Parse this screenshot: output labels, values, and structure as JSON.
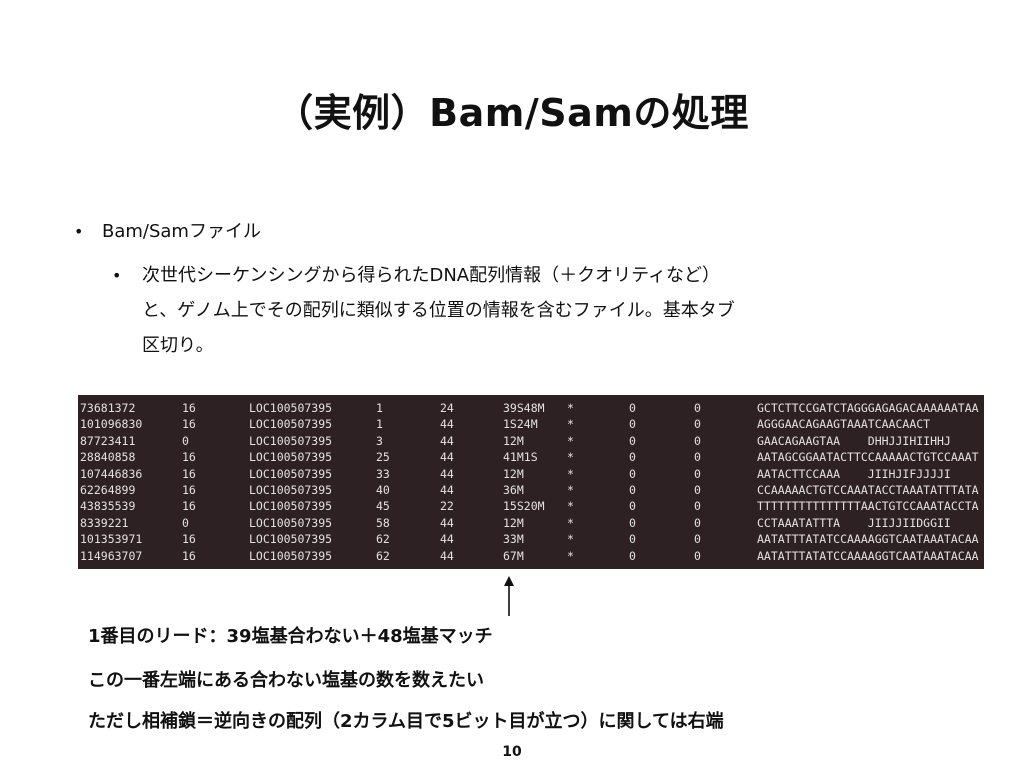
{
  "slide": {
    "title": "（実例）Bam/Samの処理",
    "bullet1": "Bam/Samファイル",
    "bullet2_line1": "次世代シーケンシングから得られたDNA配列情報（＋クオリティなど）",
    "bullet2_line2": "と、ゲノム上でその配列に類似する位置の情報を含むファイル。基本タブ",
    "bullet2_line3": "区切り。",
    "bullet_symbol": "•",
    "note1": "1番目のリード：39塩基合わない＋48塩基マッチ",
    "note2": "この一番左端にある合わない塩基の数を数えたい",
    "note3": "ただし相補鎖＝逆向きの配列（2カラム目で5ビット目が立つ）に関しては右端",
    "page_number": "10"
  },
  "terminal": {
    "background": "#2d2123",
    "rows": [
      [
        "73681372",
        "16",
        "LOC100507395",
        "1",
        "24",
        "39S48M",
        "*",
        "0",
        "0",
        "GCTCTTCCGATCTAGGGAGAGACAAAAAATAA"
      ],
      [
        "101096830",
        "16",
        "LOC100507395",
        "1",
        "44",
        "1S24M",
        "*",
        "0",
        "0",
        "AGGGAACAGAAGTAAATCAACAACT"
      ],
      [
        "87723411",
        "0",
        "LOC100507395",
        "3",
        "44",
        "12M",
        "*",
        "0",
        "0",
        "GAACAGAAGTAA    DHHJJIHIIHHJ"
      ],
      [
        "28840858",
        "16",
        "LOC100507395",
        "25",
        "44",
        "41M1S",
        "*",
        "0",
        "0",
        "AATAGCGGAATACTTCCAAAAACTGTCCAAAT"
      ],
      [
        "107446836",
        "16",
        "LOC100507395",
        "33",
        "44",
        "12M",
        "*",
        "0",
        "0",
        "AATACTTCCAAA    JIIHJIFJJJJI"
      ],
      [
        "62264899",
        "16",
        "LOC100507395",
        "40",
        "44",
        "36M",
        "*",
        "0",
        "0",
        "CCAAAAACTGTCCAAATACCTAAATATTTATA"
      ],
      [
        "43835539",
        "16",
        "LOC100507395",
        "45",
        "22",
        "15S20M",
        "*",
        "0",
        "0",
        "TTTTTTTTTTTTTTTAACTGTCCAAATACCTA"
      ],
      [
        "8339221",
        "0",
        "LOC100507395",
        "58",
        "44",
        "12M",
        "*",
        "0",
        "0",
        "CCTAAATATTTA    JIIJJIIDGGII"
      ],
      [
        "101353971",
        "16",
        "LOC100507395",
        "62",
        "44",
        "33M",
        "*",
        "0",
        "0",
        "AATATTTATATCCAAAAGGTCAATAAATACAA"
      ],
      [
        "114963707",
        "16",
        "LOC100507395",
        "62",
        "44",
        "67M",
        "*",
        "0",
        "0",
        "AATATTTATATCCAAAAGGTCAATAAATACAA"
      ]
    ]
  }
}
